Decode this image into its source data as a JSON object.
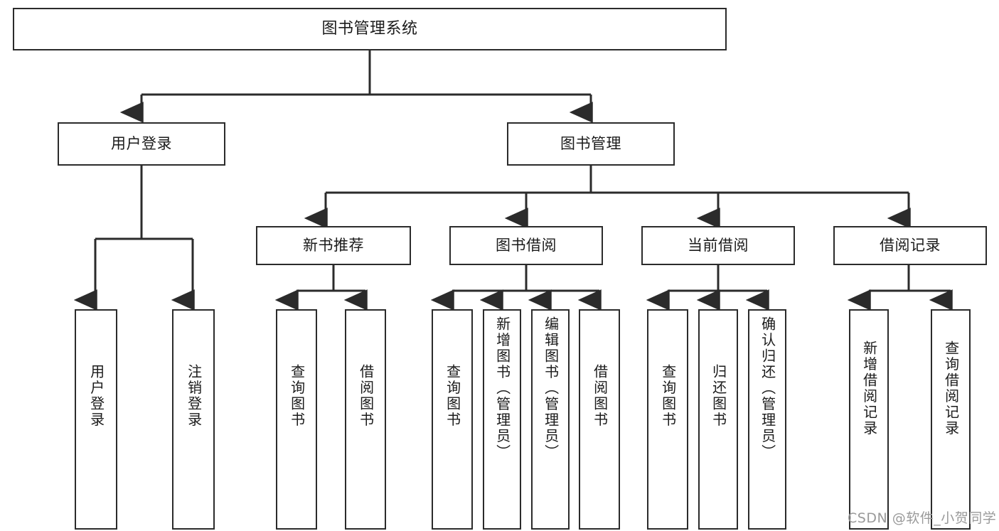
{
  "diagram": {
    "type": "hierarchy-tree",
    "title": "图书管理系统",
    "orientation": "top-down",
    "colors": {
      "box_border": "#2b2b2b",
      "box_fill": "#ffffff",
      "connector": "#2b2b2b",
      "text": "#1b1b1b",
      "watermark": "#9a9a9a",
      "background": "#ffffff"
    },
    "levels": {
      "level1": [
        "图书管理系统"
      ],
      "level2": [
        "用户登录",
        "图书管理"
      ],
      "level3": [
        "新书推荐",
        "图书借阅",
        "当前借阅",
        "借阅记录"
      ],
      "level4": [
        "用户登录",
        "注销登录",
        "查询图书",
        "借阅图书",
        "查询图书",
        "新增图书（管理员）",
        "编辑图书（管理员）",
        "借阅图书",
        "查询图书",
        "归还图书",
        "确认归还（管理员）",
        "新增借阅记录",
        "查询借阅记录"
      ]
    }
  },
  "nodes": {
    "root": {
      "label": "图书管理系统"
    },
    "user_login": {
      "label": "用户登录"
    },
    "book_mgmt": {
      "label": "图书管理"
    },
    "new_book_rec": {
      "label": "新书推荐"
    },
    "book_borrow": {
      "label": "图书借阅"
    },
    "current_borrow": {
      "label": "当前借阅"
    },
    "borrow_record": {
      "label": "借阅记录"
    },
    "leaf_user_login": {
      "label": "用户登录"
    },
    "leaf_logout": {
      "label": "注销登录"
    },
    "leaf_query_book_a": {
      "label": "查询图书"
    },
    "leaf_borrow_book_a": {
      "label": "借阅图书"
    },
    "leaf_query_book_b": {
      "label": "查询图书"
    },
    "leaf_add_book": {
      "label": "新增图书（管理员）"
    },
    "leaf_edit_book": {
      "label": "编辑图书（管理员）"
    },
    "leaf_borrow_book_b": {
      "label": "借阅图书"
    },
    "leaf_query_book_c": {
      "label": "查询图书"
    },
    "leaf_return_book": {
      "label": "归还图书"
    },
    "leaf_confirm_return": {
      "label": "确认归还（管理员）"
    },
    "leaf_add_record": {
      "label": "新增借阅记录"
    },
    "leaf_query_record": {
      "label": "查询借阅记录"
    }
  },
  "watermark": {
    "text": "CSDN @软件_小贺同学"
  }
}
